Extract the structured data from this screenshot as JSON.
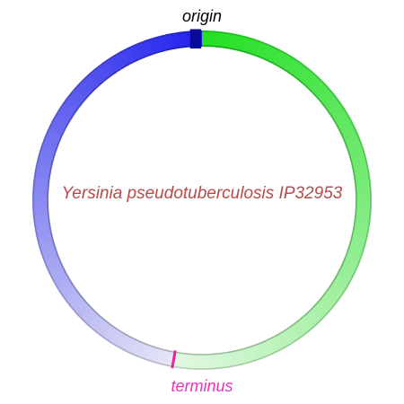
{
  "labels": {
    "origin": "origin",
    "organism": "Yersinia pseudotuberculosis IP32953",
    "terminus": "terminus"
  },
  "colors": {
    "background": "#ffffff",
    "origin_text": "#000000",
    "organism_text": "#b84a4a",
    "terminus_text": "#ee33bb",
    "terminus_marker": "#ee2299",
    "right_arc_strong": "#22e022",
    "right_arc_fade": "#e2f8e2",
    "left_arc_strong": "#2222ee",
    "left_arc_fade": "#e6e6f6"
  },
  "genome_map": {
    "origin_position_fraction": 0.0,
    "terminus_position_fraction": 0.528
  }
}
